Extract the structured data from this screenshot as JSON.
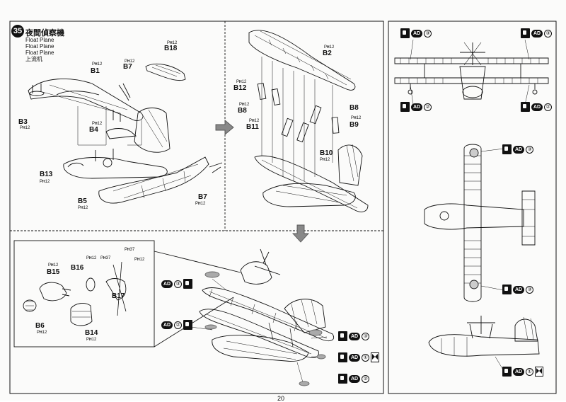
{
  "step": {
    "number": "35",
    "title": "夜間偵察機",
    "planes": [
      "Float Plane",
      "Float Plane",
      "Float Plane",
      "上流机"
    ]
  },
  "parts_label_prefix": "P",
  "parts": {
    "B18": {
      "name": "B18",
      "sprue": "12"
    },
    "B7a": {
      "name": "B7",
      "sprue": "12"
    },
    "B1": {
      "name": "B1",
      "sprue": "12"
    },
    "B3": {
      "name": "B3",
      "sprue": "12"
    },
    "B4": {
      "name": "B4",
      "sprue": "12"
    },
    "B13": {
      "name": "B13",
      "sprue": "12"
    },
    "B5": {
      "name": "B5",
      "sprue": "12"
    },
    "B7b": {
      "name": "B7",
      "sprue": "12"
    },
    "B2": {
      "name": "B2",
      "sprue": "12"
    },
    "B12": {
      "name": "B12",
      "sprue": "12"
    },
    "B8a": {
      "name": "B8",
      "sprue": "12"
    },
    "B11": {
      "name": "B11",
      "sprue": "12"
    },
    "B8b": {
      "name": "B8",
      "sprue": "12"
    },
    "B9": {
      "name": "B9",
      "sprue": "12"
    },
    "B10": {
      "name": "B10",
      "sprue": "12"
    },
    "B15": {
      "name": "B15",
      "sprue": "12"
    },
    "B16": {
      "name": "B16",
      "sprue": "12"
    },
    "B17": {
      "name": "B17",
      "sprue": "12"
    },
    "B6": {
      "name": "B6",
      "sprue": "12"
    },
    "B14": {
      "name": "B14",
      "sprue": "12"
    }
  },
  "sprue_alt": "37",
  "paint_tag": "AD",
  "callouts": {
    "c1": "③",
    "c2": "②",
    "c3": "①"
  },
  "page_number": "20"
}
